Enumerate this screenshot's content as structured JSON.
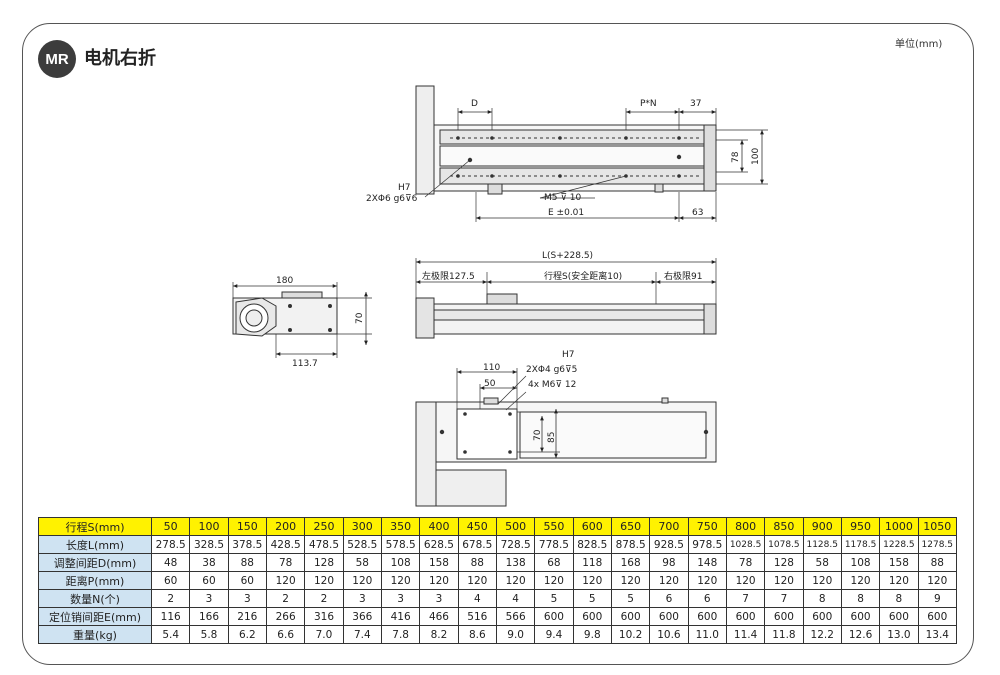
{
  "header": {
    "badge": "MR",
    "title": "电机右折",
    "unit": "单位(mm)"
  },
  "dims": {
    "top": {
      "d": "D",
      "pn": "P*N",
      "d37": "37",
      "d78": "78",
      "d100": "100",
      "h7": "H7",
      "pin": "2XΦ6 g6⊽6",
      "m5": "M5 ⊽ 10",
      "e": "E ±0.01",
      "d63": "63"
    },
    "end": {
      "d180": "180",
      "d70": "70",
      "d113": "113.7"
    },
    "side": {
      "l": "L(S+228.5)",
      "left": "左极限127.5",
      "stroke": "行程S(安全距离10)",
      "right": "右极限91"
    },
    "bottom": {
      "d110": "110",
      "d50": "50",
      "h7": "H7",
      "pin": "2XΦ4 g6⊽5",
      "m6": "4x  M6⊽ 12",
      "d70": "70",
      "d85": "85"
    }
  },
  "table": {
    "rows": [
      {
        "label": "行程S(mm)",
        "cells": [
          "50",
          "100",
          "150",
          "200",
          "250",
          "300",
          "350",
          "400",
          "450",
          "500",
          "550",
          "600",
          "650",
          "700",
          "750",
          "800",
          "850",
          "900",
          "950",
          "1000",
          "1050"
        ]
      },
      {
        "label": "长度L(mm)",
        "cells": [
          "278.5",
          "328.5",
          "378.5",
          "428.5",
          "478.5",
          "528.5",
          "578.5",
          "628.5",
          "678.5",
          "728.5",
          "778.5",
          "828.5",
          "878.5",
          "928.5",
          "978.5",
          "1028.5",
          "1078.5",
          "1128.5",
          "1178.5",
          "1228.5",
          "1278.5"
        ]
      },
      {
        "label": "调整间距D(mm)",
        "cells": [
          "48",
          "38",
          "88",
          "78",
          "128",
          "58",
          "108",
          "158",
          "88",
          "138",
          "68",
          "118",
          "168",
          "98",
          "148",
          "78",
          "128",
          "58",
          "108",
          "158",
          "88"
        ]
      },
      {
        "label": "距离P(mm)",
        "cells": [
          "60",
          "60",
          "60",
          "120",
          "120",
          "120",
          "120",
          "120",
          "120",
          "120",
          "120",
          "120",
          "120",
          "120",
          "120",
          "120",
          "120",
          "120",
          "120",
          "120",
          "120"
        ]
      },
      {
        "label": "数量N(个)",
        "cells": [
          "2",
          "3",
          "3",
          "2",
          "2",
          "3",
          "3",
          "3",
          "4",
          "4",
          "5",
          "5",
          "5",
          "6",
          "6",
          "7",
          "7",
          "8",
          "8",
          "8",
          "9"
        ]
      },
      {
        "label": "定位销间距E(mm)",
        "cells": [
          "116",
          "166",
          "216",
          "266",
          "316",
          "366",
          "416",
          "466",
          "516",
          "566",
          "600",
          "600",
          "600",
          "600",
          "600",
          "600",
          "600",
          "600",
          "600",
          "600",
          "600"
        ]
      },
      {
        "label": "重量(kg)",
        "cells": [
          "5.4",
          "5.8",
          "6.2",
          "6.6",
          "7.0",
          "7.4",
          "7.8",
          "8.2",
          "8.6",
          "9.0",
          "9.4",
          "9.8",
          "10.2",
          "10.6",
          "11.0",
          "11.4",
          "11.8",
          "12.2",
          "12.6",
          "13.0",
          "13.4"
        ]
      }
    ]
  },
  "colors": {
    "yellow": "#fff200",
    "blue": "#cfe3f2",
    "frame": "#555555"
  }
}
